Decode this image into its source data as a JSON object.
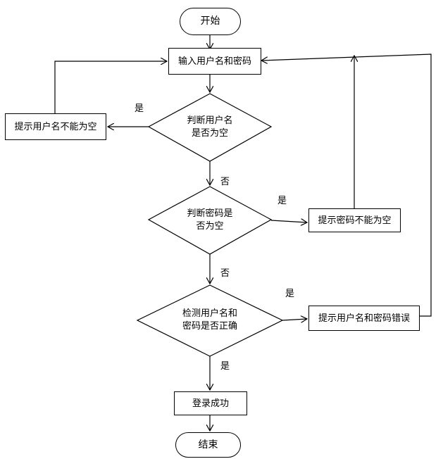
{
  "nodes": {
    "start": "开始",
    "input": "输入用户名和密码",
    "check_user_line1": "判断用户名",
    "check_user_line2": "是否为空",
    "user_empty_msg": "提示用户名不能为空",
    "check_pwd_line1": "判断密码是",
    "check_pwd_line2": "否为空",
    "pwd_empty_msg": "提示密码不能为空",
    "verify_line1": "检测用户名和",
    "verify_line2": "密码是否正确",
    "error_msg": "提示用户名和密码错误",
    "success": "登录成功",
    "end": "结束"
  },
  "edge_labels": {
    "user_yes": "是",
    "user_no": "否",
    "pwd_yes": "是",
    "pwd_no": "否",
    "verify_yes_error": "是",
    "verify_yes_success": "是"
  },
  "colors": {
    "stroke": "#000000",
    "background": "#ffffff"
  }
}
